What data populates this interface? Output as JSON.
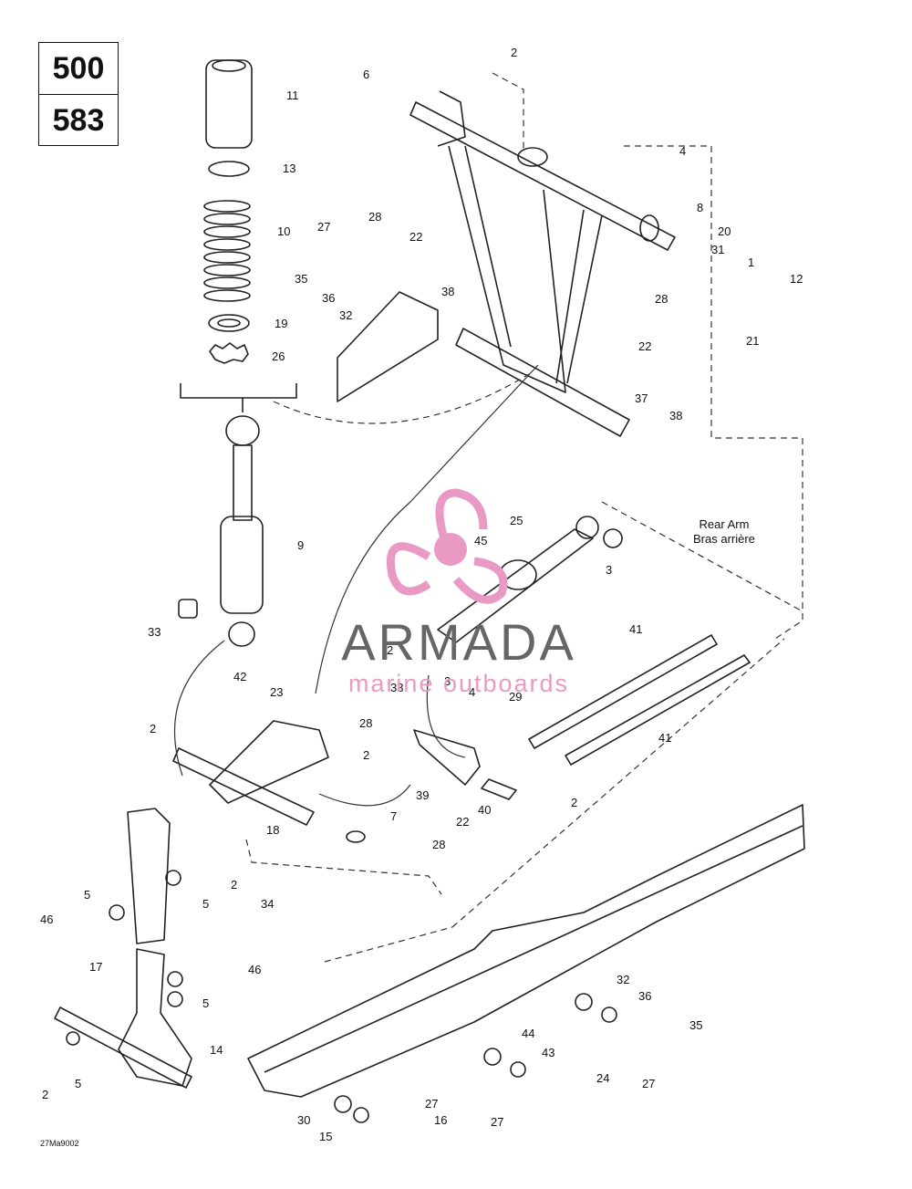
{
  "models": [
    "500",
    "583"
  ],
  "figure_code": "27Ma9002",
  "rear_arm_label": [
    "Rear Arm",
    "Bras arrière"
  ],
  "watermark": {
    "brand": "ARMADA",
    "tagline": "marine outboards",
    "color": "#e89ac4"
  },
  "callouts": [
    "2",
    "6",
    "4",
    "8",
    "11",
    "13",
    "10",
    "19",
    "26",
    "27",
    "28",
    "22",
    "35",
    "36",
    "32",
    "38",
    "20",
    "31",
    "1",
    "12",
    "21",
    "28",
    "22",
    "37",
    "38",
    "9",
    "25",
    "45",
    "3",
    "33",
    "2",
    "3",
    "41",
    "41",
    "42",
    "23",
    "28",
    "2",
    "33",
    "4",
    "29",
    "2",
    "18",
    "39",
    "40",
    "22",
    "28",
    "2",
    "7",
    "34",
    "2",
    "5",
    "46",
    "5",
    "17",
    "46",
    "5",
    "14",
    "2",
    "5",
    "32",
    "36",
    "35",
    "27",
    "44",
    "43",
    "24",
    "27",
    "27",
    "30",
    "15",
    "16"
  ],
  "lubricant_icon": "oil-drop-icon"
}
